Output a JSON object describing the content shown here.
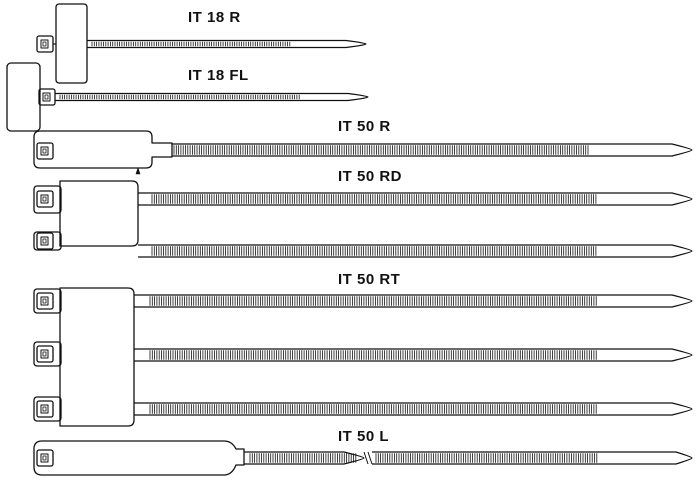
{
  "labels": {
    "it18r": "IT 18 R",
    "it18fl": "IT 18 FL",
    "it50r": "IT 50 R",
    "it50rd": "IT 50 RD",
    "it50rt": "IT 50 RT",
    "it50l": "IT 50 L"
  },
  "colors": {
    "ink": "#111111",
    "paper": "#ffffff"
  }
}
